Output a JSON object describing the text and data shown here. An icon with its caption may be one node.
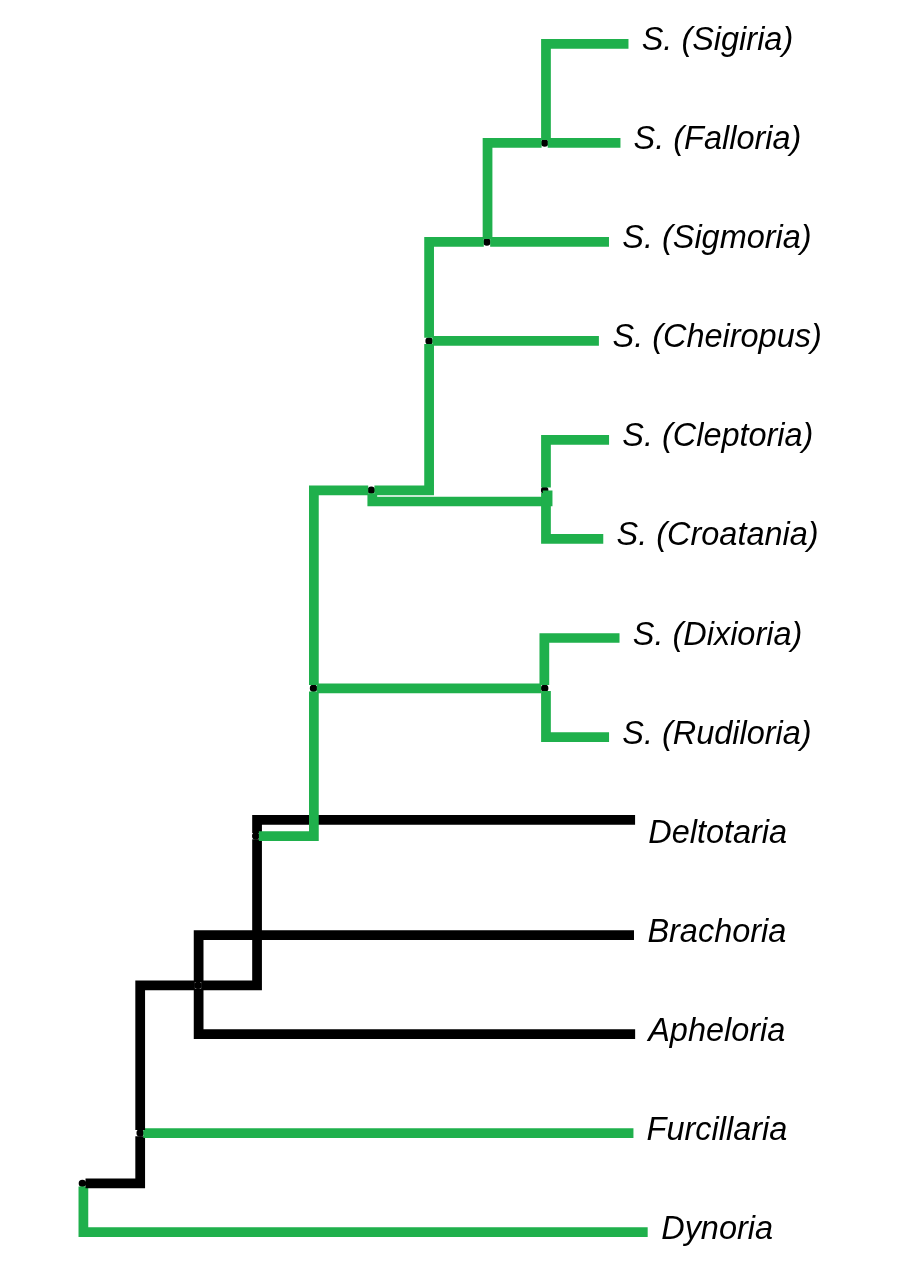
{
  "diagram": {
    "nodes": [
      {
        "text": [
          "S. (Sigiria)"
        ]
      },
      {
        "text": [
          "S. (Falloria)"
        ]
      },
      {
        "text": [
          "S. (Sigmoria)"
        ]
      },
      {
        "text": [
          "S. (Cheiropus)"
        ]
      },
      {
        "text": [
          "S. (Cleptoria)"
        ]
      },
      {
        "text": [
          "S. (Croatania)"
        ]
      },
      {
        "text": [
          "S. (Dixioria)"
        ]
      },
      {
        "text": [
          "S. (Rudiloria)"
        ]
      },
      {
        "text": [
          "Deltotaria"
        ]
      },
      {
        "text": [
          "Brachoria"
        ]
      },
      {
        "text": [
          "Apheloria"
        ]
      },
      {
        "text": [
          "Furcillaria"
        ]
      },
      {
        "text": [
          "Dynoria"
        ]
      },
      {
        "text": [],
        "shape": "point"
      },
      {
        "text": [],
        "shape": "point"
      },
      {
        "text": [],
        "shape": "point"
      },
      {
        "text": [],
        "shape": "point"
      },
      {
        "text": [],
        "shape": "point"
      },
      {
        "text": [],
        "shape": "point"
      },
      {
        "text": [],
        "shape": "point"
      },
      {
        "text": [],
        "shape": "point"
      },
      {
        "text": [],
        "shape": "point"
      },
      {
        "text": [],
        "shape": "point"
      },
      {
        "text": [],
        "shape": "point"
      }
    ],
    "edges": [
      {
        "from": 13,
        "to": 14,
        "arrow": "none",
        "color": "#000000"
      },
      {
        "from": 13,
        "to": 12,
        "arrow": "none"
      },
      {
        "from": 14,
        "to": 15,
        "arrow": "none",
        "color": "#000000"
      },
      {
        "from": 14,
        "to": 11,
        "arrow": "none"
      },
      {
        "from": 15,
        "to": 16,
        "arrow": "none",
        "color": "#000000"
      },
      {
        "from": 15,
        "to": 9,
        "arrow": "none",
        "color": "#000000"
      },
      {
        "from": 15,
        "to": 10,
        "arrow": "none",
        "color": "#000000"
      },
      {
        "from": 16,
        "to": 17,
        "arrow": "none"
      },
      {
        "from": 16,
        "to": 8,
        "arrow": "none",
        "color": "#000000"
      },
      {
        "from": 17,
        "to": 18,
        "arrow": "none"
      },
      {
        "from": 17,
        "to": 23,
        "arrow": "none"
      },
      {
        "from": 18,
        "to": 19,
        "arrow": "none"
      },
      {
        "from": 18,
        "to": 22,
        "arrow": "none"
      },
      {
        "from": 19,
        "to": 20,
        "arrow": "none"
      },
      {
        "from": 19,
        "to": 3,
        "arrow": "none"
      },
      {
        "from": 20,
        "to": 21,
        "arrow": "none"
      },
      {
        "from": 20,
        "to": 2,
        "arrow": "none"
      },
      {
        "from": 21,
        "to": 0,
        "arrow": "none"
      },
      {
        "from": 21,
        "to": 1,
        "arrow": "none"
      },
      {
        "from": 22,
        "to": 4,
        "arrow": "none"
      },
      {
        "from": 22,
        "to": 5,
        "arrow": "none"
      },
      {
        "from": 23,
        "to": 6,
        "arrow": "none"
      },
      {
        "from": 23,
        "to": 7,
        "arrow": "none"
      }
    ]
  }
}
